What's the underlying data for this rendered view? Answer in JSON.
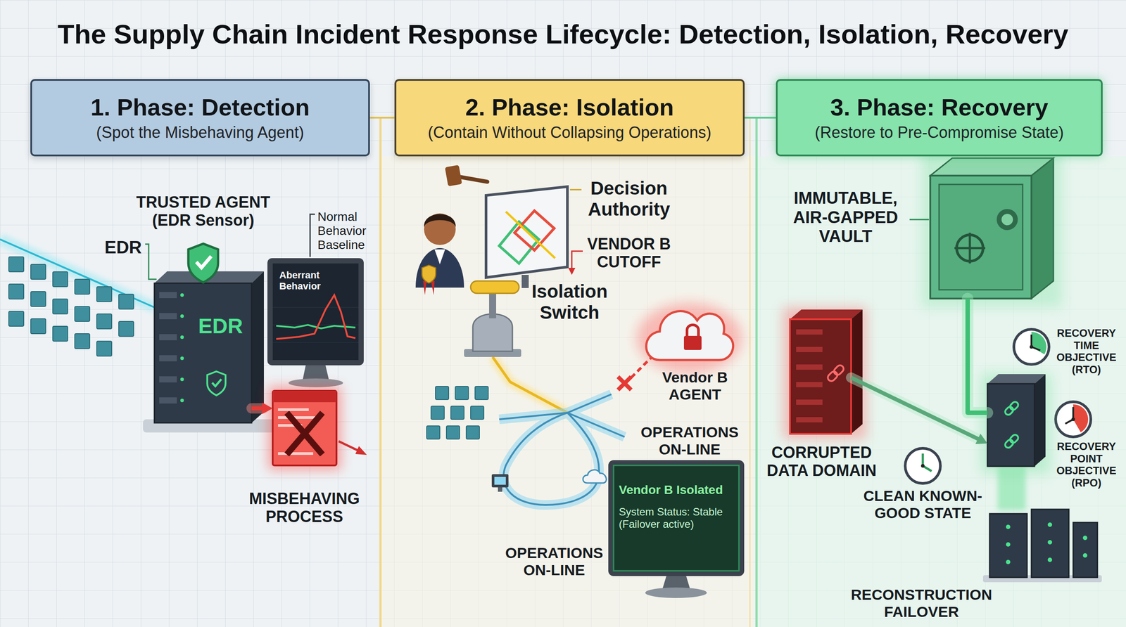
{
  "diagram": {
    "title": "The Supply Chain Incident Response Lifecycle: Detection, Isolation, Recovery",
    "nodes": [
      {
        "text": [
          "1. Phase: Detection",
          "(Spot the Misbehaving Agent)"
        ]
      },
      {
        "text": [
          "2. Phase: Isolation",
          "(Contain Without Collapsing Operations)"
        ]
      },
      {
        "text": [
          "3. Phase: Recovery",
          "(Restore to Pre-Compromise State)"
        ]
      },
      {
        "text": [
          "TRUSTED AGENT (EDR Sensor)",
          "EDR"
        ]
      },
      {
        "text": [
          "Aberrant Behavior"
        ]
      },
      {
        "text": [
          "MISBEHAVING PROCESS"
        ]
      },
      {
        "text": [
          "Vendor B AGENT"
        ]
      },
      {
        "text": [
          "Vendor B Isolated",
          "System Status: Stable (Failover active)"
        ]
      },
      {
        "text": [
          "IMMUTABLE, AIR-GAPPED VAULT"
        ]
      },
      {
        "text": [
          "CORRUPTED DATA DOMAIN"
        ]
      },
      {
        "text": [
          "RECONSTRUCTION FAILOVER"
        ]
      }
    ],
    "edges": [
      {
        "from": 0,
        "to": 1,
        "arrow": "none"
      },
      {
        "from": 1,
        "to": 2,
        "arrow": "none"
      },
      {
        "from": 3,
        "to": 5,
        "arrow": "to"
      },
      {
        "from": 8,
        "to": 10,
        "arrow": "none"
      },
      {
        "from": 9,
        "to": 10,
        "arrow": "to"
      }
    ],
    "labels": [
      "EDR",
      "Normal Behavior Baseline",
      "Decision Authority",
      "VENDOR B CUTOFF",
      "Isolation Switch",
      "OPERATIONS ON-LINE",
      "OPERATIONS ON-LINE",
      "RECOVERY TIME OBJECTIVE (RTO)",
      "RECOVERY POINT OBJECTIVE (RPO)",
      "CLEAN KNOWN-GOOD STATE"
    ]
  }
}
